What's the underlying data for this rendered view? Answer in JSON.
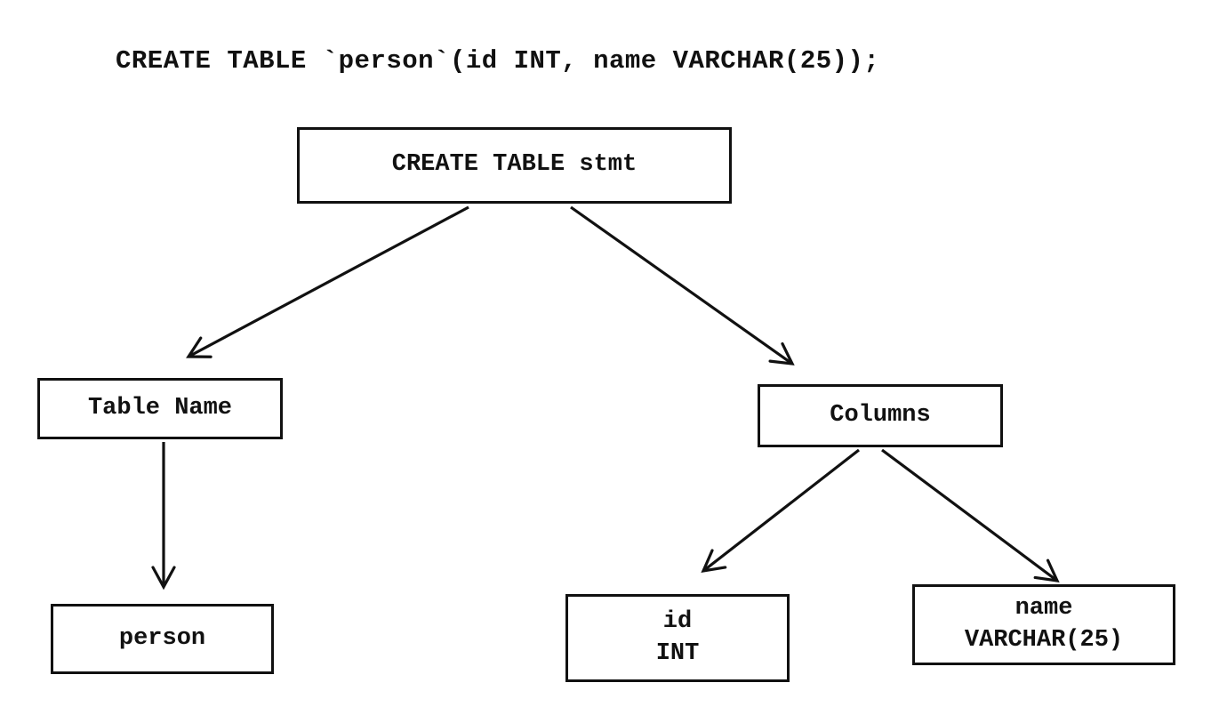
{
  "sql_header": "CREATE TABLE `person`(id INT, name VARCHAR(25));",
  "tree": {
    "root": "CREATE TABLE stmt",
    "table_name": "Table Name",
    "columns": "Columns",
    "person": "person",
    "id_column": {
      "name": "id",
      "type": "INT"
    },
    "name_column": {
      "name": "name",
      "type": "VARCHAR(25)"
    }
  },
  "colors": {
    "ink": "#111111",
    "background": "#ffffff"
  }
}
